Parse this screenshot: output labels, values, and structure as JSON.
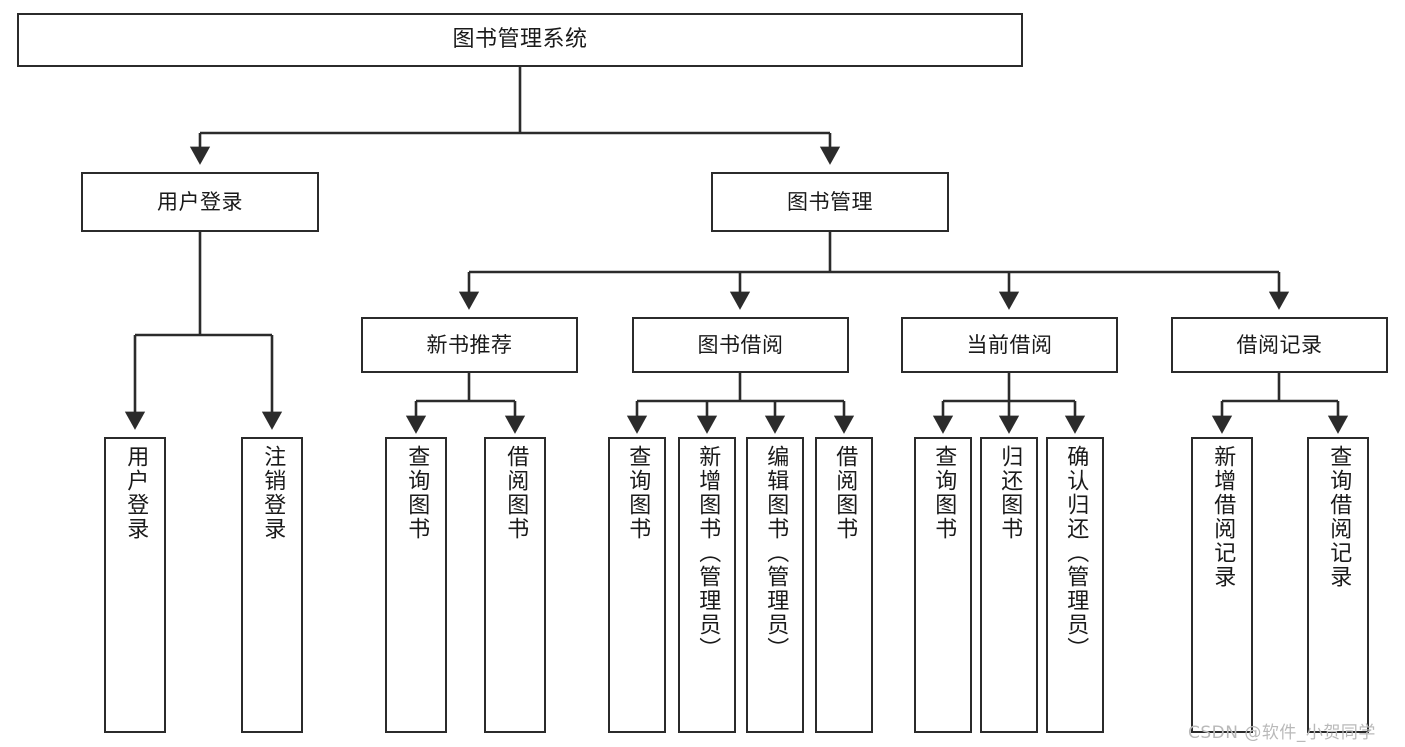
{
  "diagram": {
    "type": "tree-hierarchy-chart",
    "title": "图书管理系统",
    "stroke_color": "#2b2b2b",
    "fill_color": "#ffffff",
    "text_color": "#1a1a1a"
  },
  "nodes": {
    "root": {
      "label": "图书管理系统"
    },
    "level2": [
      {
        "label": "用户登录"
      },
      {
        "label": "图书管理"
      }
    ],
    "level3": [
      {
        "label": "新书推荐"
      },
      {
        "label": "图书借阅"
      },
      {
        "label": "当前借阅"
      },
      {
        "label": "借阅记录"
      }
    ],
    "leaves": {
      "user_login": [
        {
          "label": "用户登录"
        },
        {
          "label": "注销登录"
        }
      ],
      "new_book_recommend": [
        {
          "label": "查询图书"
        },
        {
          "label": "借阅图书"
        }
      ],
      "book_borrow": [
        {
          "label": "查询图书"
        },
        {
          "label": "新增图书（管理员）"
        },
        {
          "label": "编辑图书（管理员）"
        },
        {
          "label": "借阅图书"
        }
      ],
      "current_borrow": [
        {
          "label": "查询图书"
        },
        {
          "label": "归还图书"
        },
        {
          "label": "确认归还（管理员）"
        }
      ],
      "borrow_record": [
        {
          "label": "新增借阅记录"
        },
        {
          "label": "查询借阅记录"
        }
      ]
    }
  },
  "watermark": {
    "text": "CSDN @软件_小贺同学"
  }
}
